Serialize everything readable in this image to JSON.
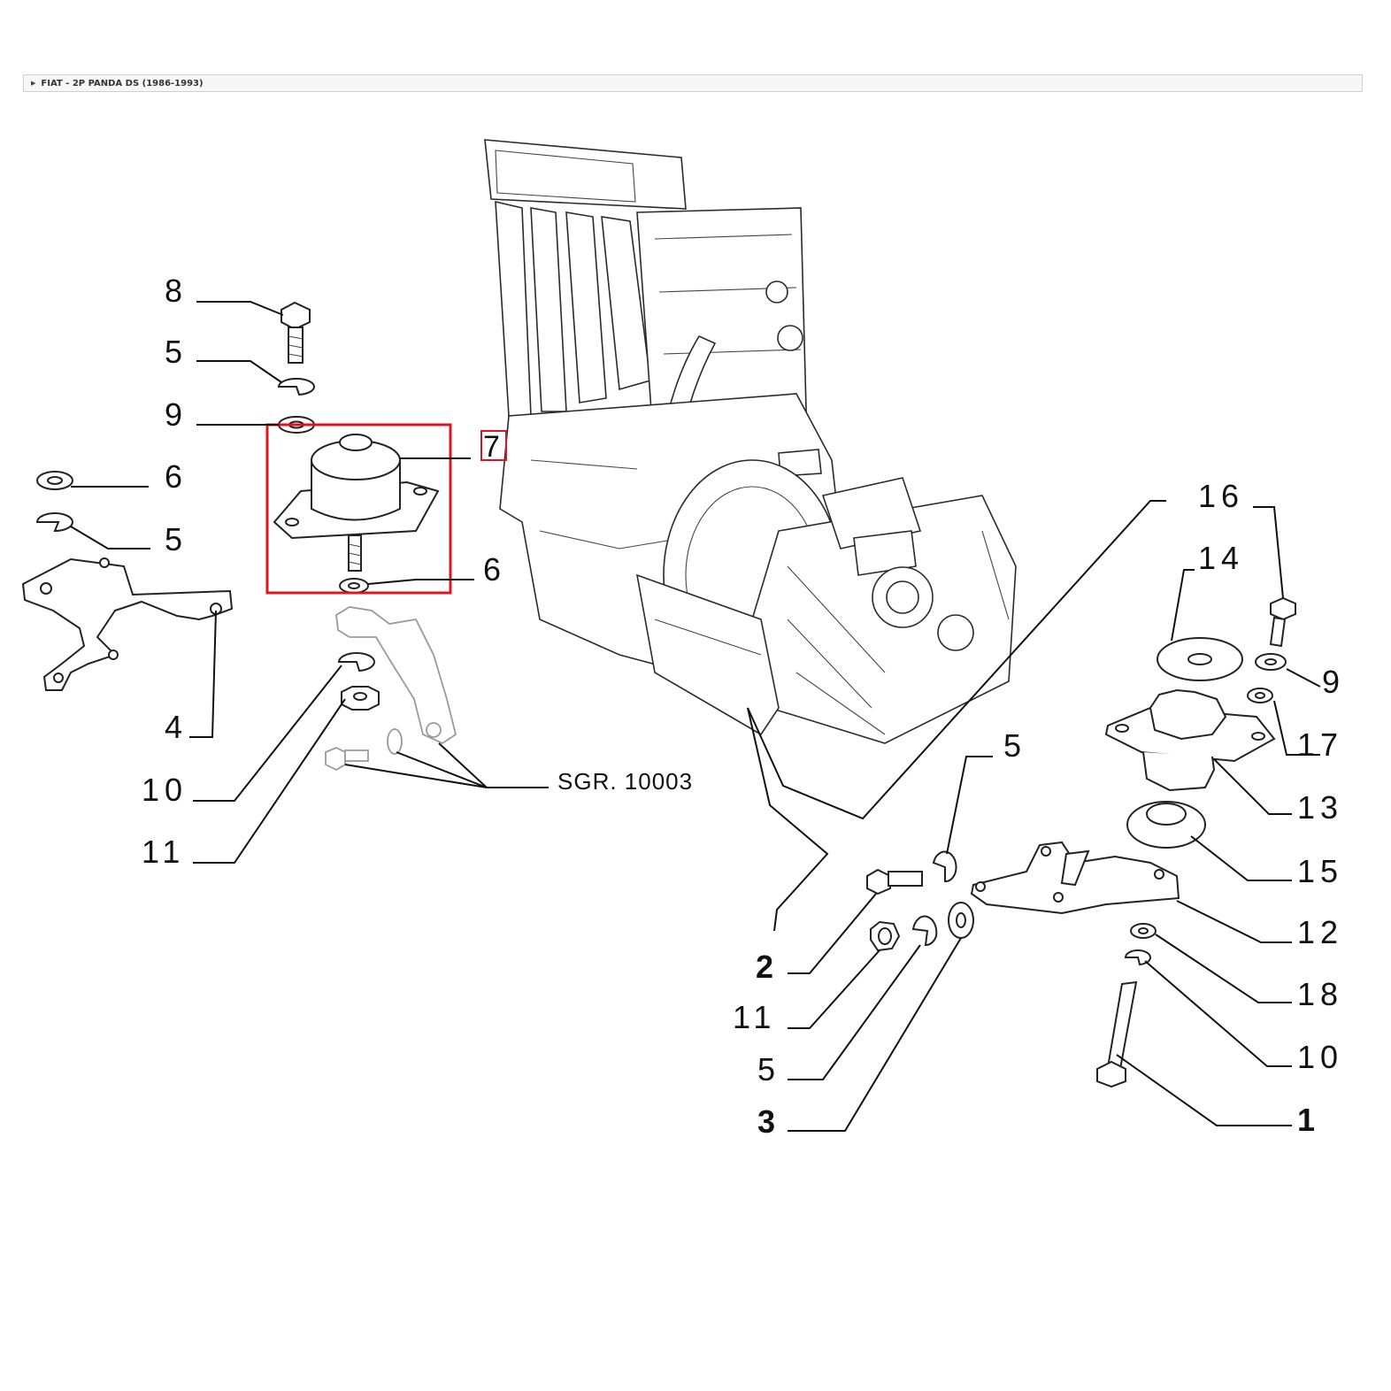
{
  "breadcrumb": {
    "text": "FIAT - 2P PANDA DS (1986-1993)"
  },
  "diagram": {
    "highlight_color": "#e0141e",
    "callouts": {
      "c8": "8",
      "c5a": "5",
      "c9a": "9",
      "c6a": "6",
      "c5b": "5",
      "c4": "4",
      "c7": "7",
      "c6b": "6",
      "c10a": "10",
      "c11a": "11",
      "ref": "SGR. 10003",
      "c16": "16",
      "c14": "14",
      "c9b": "9",
      "c17": "17",
      "c13": "13",
      "c15": "15",
      "c12": "12",
      "c18": "18",
      "c10b": "10",
      "c1": "1",
      "c5c": "5",
      "c2": "2",
      "c11b": "11",
      "c5d": "5",
      "c3": "3"
    }
  }
}
